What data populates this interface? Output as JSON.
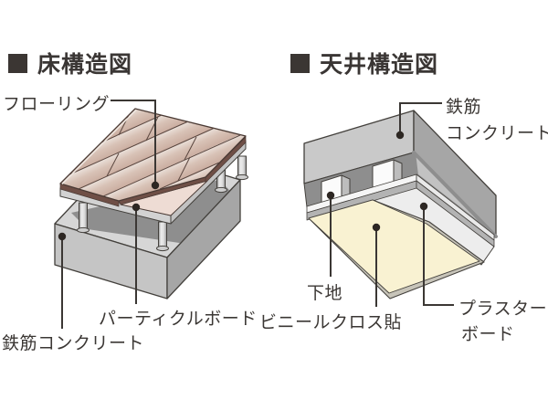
{
  "diagrams": {
    "floor": {
      "title": "床構造図",
      "labels": {
        "flooring": "フローリング",
        "particle_board": "パーティクルボード",
        "reinforced_concrete": "鉄筋コンクリート"
      }
    },
    "ceiling": {
      "title": "天井構造図",
      "labels": {
        "reinforced_concrete_line1": "鉄筋",
        "reinforced_concrete_line2": "コンクリート",
        "base": "下地",
        "vinyl_cloth": "ビニールクロス貼",
        "plaster_board_line1": "プラスター",
        "plaster_board_line2": "ボード"
      }
    }
  },
  "palette": {
    "background": "#ffffff",
    "text": "#3b3734",
    "leader_line": "#3b3734",
    "leader_dot": "#2d2723",
    "wood_light": "#eae0d9",
    "wood_dark": "#cbaea1",
    "wood_edge_brown": "#6f4f46",
    "particle_board_pink": "#eedcd4",
    "concrete_top": "#d6d6d6",
    "concrete_front": "#c5c5c5",
    "concrete_side": "#a6a6a6",
    "shadow_gray": "#8e8e8e",
    "plaster_white": "#ededed",
    "vinyl_cream": "#f9f2d2"
  }
}
